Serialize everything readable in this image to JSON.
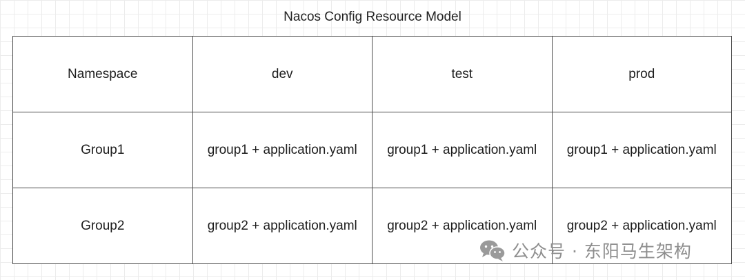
{
  "title": "Nacos Config Resource Model",
  "table": {
    "header": [
      "Namespace",
      "dev",
      "test",
      "prod"
    ],
    "rows": [
      [
        "Group1",
        "group1 + application.yaml",
        "group1 + application.yaml",
        "group1 + application.yaml"
      ],
      [
        "Group2",
        "group2 + application.yaml",
        "group2 + application.yaml",
        "group2 + application.yaml"
      ]
    ]
  },
  "watermark": {
    "text": "公众号 · 东阳马生架构",
    "icon": "wechat-icon"
  }
}
